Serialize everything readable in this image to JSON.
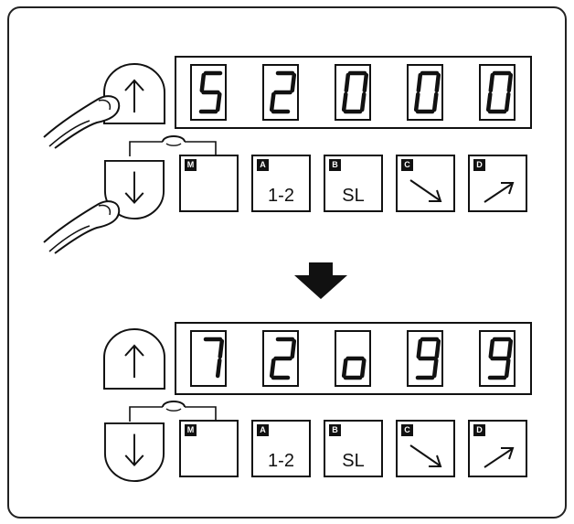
{
  "panels": [
    {
      "digits": [
        "5",
        "2",
        "0",
        "0",
        "0"
      ],
      "keys": [
        {
          "tag": "M",
          "label": "",
          "icon": "none"
        },
        {
          "tag": "A",
          "label": "1-2",
          "icon": "none"
        },
        {
          "tag": "B",
          "label": "SL",
          "icon": "none"
        },
        {
          "tag": "C",
          "label": "",
          "icon": "arrow-down-right-icon"
        },
        {
          "tag": "D",
          "label": "",
          "icon": "arrow-up-right-icon"
        }
      ]
    },
    {
      "digits": [
        "7",
        "2",
        "o",
        "9",
        "9"
      ],
      "keys": [
        {
          "tag": "M",
          "label": "",
          "icon": "none"
        },
        {
          "tag": "A",
          "label": "1-2",
          "icon": "none"
        },
        {
          "tag": "B",
          "label": "SL",
          "icon": "none"
        },
        {
          "tag": "C",
          "label": "",
          "icon": "arrow-down-right-icon"
        },
        {
          "tag": "D",
          "label": "",
          "icon": "arrow-up-right-icon"
        }
      ]
    }
  ],
  "icons": {
    "up": "up-arrow-icon",
    "down": "down-arrow-icon",
    "transition": "down-arrow-icon",
    "hand": "pressing-finger-icon"
  },
  "colors": {
    "ink": "#111111",
    "background": "#ffffff"
  }
}
